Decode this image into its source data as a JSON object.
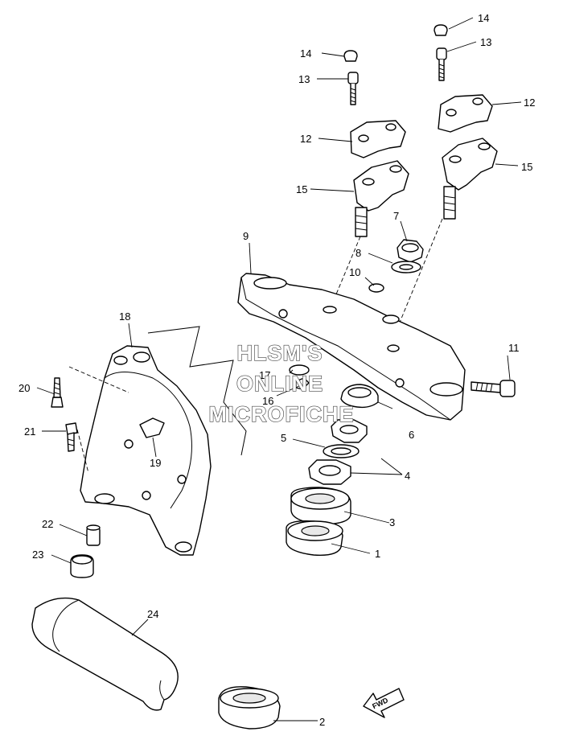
{
  "watermark": {
    "line1": "HLSM'S",
    "line2": "ONLINE",
    "line3": "MICROFICHE"
  },
  "fwd_label": "FWD",
  "callouts": {
    "c1": "1",
    "c2": "2",
    "c3": "3",
    "c4": "4",
    "c5": "5",
    "c6": "6",
    "c7": "7",
    "c8": "8",
    "c9": "9",
    "c10": "10",
    "c11": "11",
    "c12a": "12",
    "c12b": "12",
    "c13a": "13",
    "c13b": "13",
    "c14a": "14",
    "c14b": "14",
    "c15a": "15",
    "c15b": "15",
    "c16": "16",
    "c17": "17",
    "c18": "18",
    "c19": "19",
    "c20": "20",
    "c21": "21",
    "c22": "22",
    "c23": "23",
    "c24": "24"
  }
}
